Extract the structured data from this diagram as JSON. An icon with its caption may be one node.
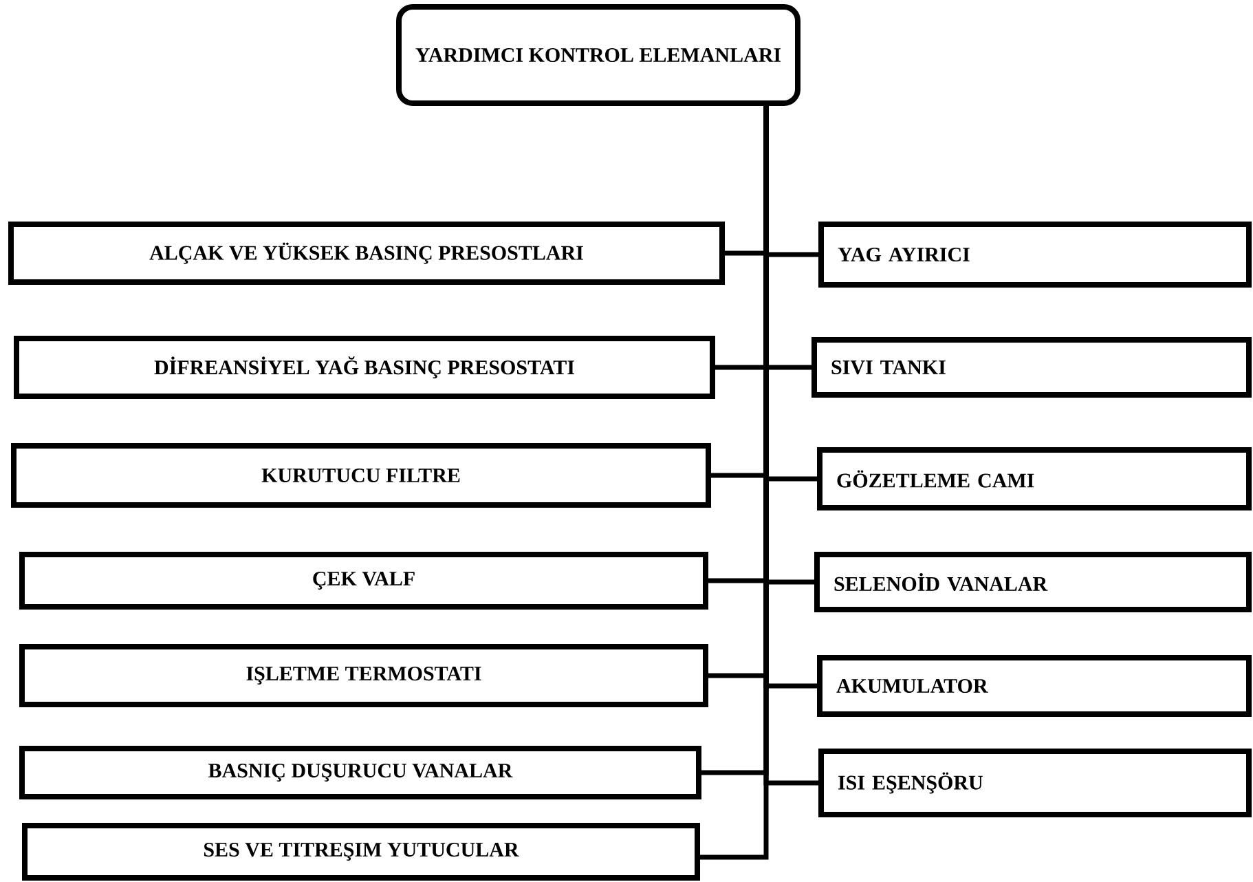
{
  "diagram": {
    "nodes": [
      {
        "text": [
          "YARDIMCI KONTROL ELEMANLARI"
        ]
      },
      {
        "text": [
          "ALÇAK VE YÜKSEK BASINÇ PRESOSTLARI"
        ]
      },
      {
        "text": [
          "DİFREANSİYEL YAĞ BASINÇ PRESOSTATI"
        ]
      },
      {
        "text": [
          "KURUTUCU FILTRE"
        ]
      },
      {
        "text": [
          "ÇEK VALF"
        ]
      },
      {
        "text": [
          "IŞLETME TERMOSTATI"
        ]
      },
      {
        "text": [
          "BASNIÇ DUŞURUCU VANALAR"
        ]
      },
      {
        "text": [
          "SES VE TITREŞIM YUTUCULAR"
        ]
      },
      {
        "text": [
          "YAG AYIRICI"
        ]
      },
      {
        "text": [
          "SIVI TANKI"
        ]
      },
      {
        "text": [
          "GÖZETLEME CAMI"
        ]
      },
      {
        "text": [
          "SELENOİD VANALAR"
        ]
      },
      {
        "text": [
          "AKUMULATOR"
        ]
      },
      {
        "text": [
          "ISI EŞENŞÖRU"
        ]
      }
    ],
    "edges": [
      {
        "from": 0,
        "to": 1,
        "arrow": "none"
      },
      {
        "from": 0,
        "to": 2,
        "arrow": "none"
      },
      {
        "from": 0,
        "to": 3,
        "arrow": "none"
      },
      {
        "from": 0,
        "to": 4,
        "arrow": "none"
      },
      {
        "from": 0,
        "to": 5,
        "arrow": "none"
      },
      {
        "from": 0,
        "to": 6,
        "arrow": "none"
      },
      {
        "from": 0,
        "to": 7,
        "arrow": "none"
      },
      {
        "from": 0,
        "to": 8,
        "arrow": "none"
      },
      {
        "from": 0,
        "to": 9,
        "arrow": "none"
      },
      {
        "from": 0,
        "to": 10,
        "arrow": "none"
      },
      {
        "from": 0,
        "to": 11,
        "arrow": "none"
      },
      {
        "from": 0,
        "to": 12,
        "arrow": "none"
      },
      {
        "from": 0,
        "to": 13,
        "arrow": "none"
      }
    ]
  }
}
